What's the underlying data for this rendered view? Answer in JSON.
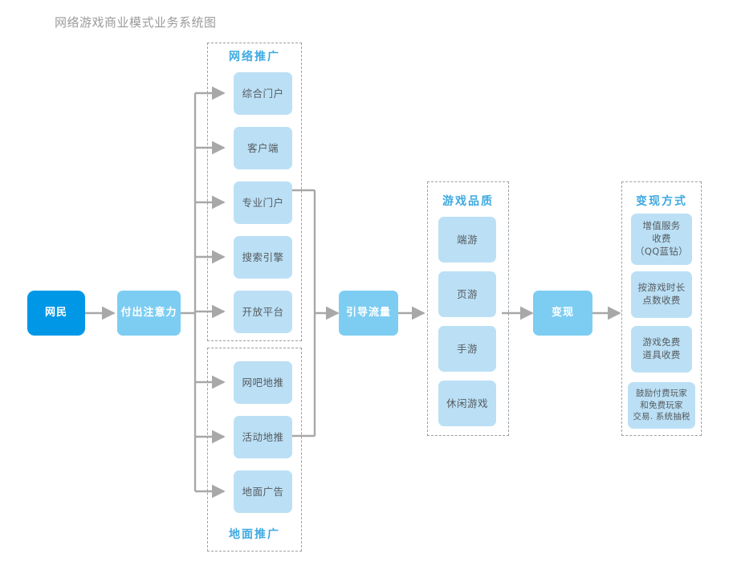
{
  "title": "网络游戏商业模式业务系统图",
  "colors": {
    "node_dark": "#0098e6",
    "node_mid": "#7dcdf2",
    "node_light": "#bbe0f5",
    "group_label": "#3fa9e0",
    "connector": "#a8a8a8",
    "title_text": "#9b9b9b",
    "body_text": "#555a60"
  },
  "flow": {
    "user": "网民",
    "attention": "付出注意力",
    "traffic": "引导流量",
    "monetize": "变现"
  },
  "groups": {
    "online_promo": {
      "label": "网络推广",
      "items": [
        "综合门户",
        "客户端",
        "专业门户",
        "搜索引擎",
        "开放平台"
      ]
    },
    "ground_promo": {
      "label": "地面推广",
      "items": [
        "网吧地推",
        "活动地推",
        "地面广告"
      ]
    },
    "game_quality": {
      "label": "游戏品质",
      "items": [
        "端游",
        "页游",
        "手游",
        "休闲游戏"
      ]
    },
    "monetization": {
      "label": "变现方式",
      "items": [
        {
          "lines": [
            "增值服务",
            "收费",
            "（QQ蓝钻）"
          ]
        },
        {
          "lines": [
            "按游戏时长",
            "点数收费"
          ]
        },
        {
          "lines": [
            "游戏免费",
            "道具收费"
          ]
        },
        {
          "lines": [
            "鼓励付费玩家",
            "和免费玩家",
            "交易. 系统抽税"
          ]
        }
      ]
    }
  }
}
